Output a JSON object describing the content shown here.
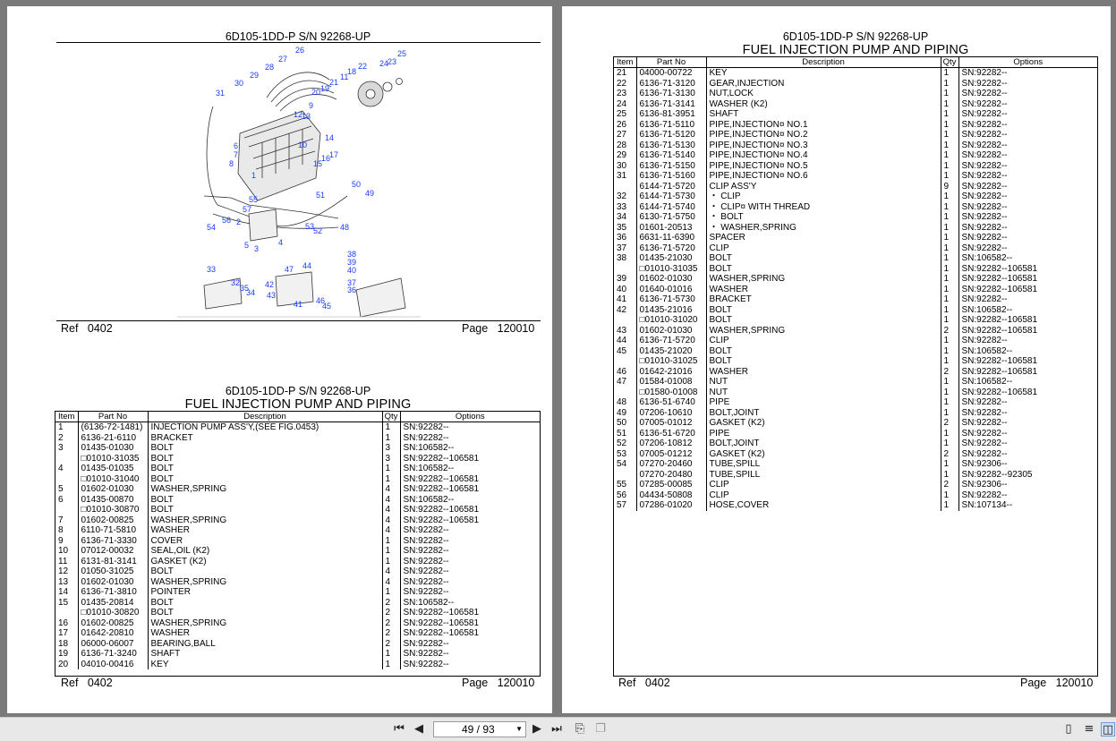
{
  "left_page": {
    "diagram_header": "6D105-1DD-P S/N 92268-UP",
    "diagram_ref_label": "Ref",
    "diagram_ref_value": "0402",
    "diagram_page_label": "Page",
    "diagram_page_value": "120010",
    "table_header": "6D105-1DD-P S/N 92268-UP",
    "table_subtitle": "FUEL INJECTION PUMP AND PIPING",
    "columns": [
      "Item",
      "Part No",
      "Description",
      "Qty",
      "Options"
    ],
    "rows": [
      [
        "1",
        "(6136-72-1481)",
        "INJECTION PUMP ASS'Y,(SEE FIG.0453)",
        "1",
        "SN:92282--"
      ],
      [
        "2",
        "6136-21-6110",
        "BRACKET",
        "1",
        "SN:92282--"
      ],
      [
        "3",
        "01435-01030",
        "BOLT",
        "3",
        "SN:106582--"
      ],
      [
        "",
        "□01010-31035",
        "BOLT",
        "3",
        "SN:92282--106581"
      ],
      [
        "4",
        "01435-01035",
        "BOLT",
        "1",
        "SN:106582--"
      ],
      [
        "",
        "□01010-31040",
        "BOLT",
        "1",
        "SN:92282--106581"
      ],
      [
        "5",
        "01602-01030",
        "WASHER,SPRING",
        "4",
        "SN:92282--106581"
      ],
      [
        "6",
        "01435-00870",
        "BOLT",
        "4",
        "SN:106582--"
      ],
      [
        "",
        "□01010-30870",
        "BOLT",
        "4",
        "SN:92282--106581"
      ],
      [
        "7",
        "01602-00825",
        "WASHER,SPRING",
        "4",
        "SN:92282--106581"
      ],
      [
        "8",
        "6110-71-5810",
        "WASHER",
        "4",
        "SN:92282--"
      ],
      [
        "9",
        "6136-71-3330",
        "COVER",
        "1",
        "SN:92282--"
      ],
      [
        "10",
        "07012-00032",
        "SEAL,OIL (K2)",
        "1",
        "SN:92282--"
      ],
      [
        "11",
        "6131-81-3141",
        "GASKET (K2)",
        "1",
        "SN:92282--"
      ],
      [
        "12",
        "01050-31025",
        "BOLT",
        "4",
        "SN:92282--"
      ],
      [
        "13",
        "01602-01030",
        "WASHER,SPRING",
        "4",
        "SN:92282--"
      ],
      [
        "14",
        "6136-71-3810",
        "POINTER",
        "1",
        "SN:92282--"
      ],
      [
        "15",
        "01435-20814",
        "BOLT",
        "2",
        "SN:106582--"
      ],
      [
        "",
        "□01010-30820",
        "BOLT",
        "2",
        "SN:92282--106581"
      ],
      [
        "16",
        "01602-00825",
        "WASHER,SPRING",
        "2",
        "SN:92282--106581"
      ],
      [
        "17",
        "01642-20810",
        "WASHER",
        "2",
        "SN:92282--106581"
      ],
      [
        "18",
        "06000-06007",
        "BEARING,BALL",
        "2",
        "SN:92282--"
      ],
      [
        "19",
        "6136-71-3240",
        "SHAFT",
        "1",
        "SN:92282--"
      ],
      [
        "20",
        "04010-00416",
        "KEY",
        "1",
        "SN:92282--"
      ]
    ],
    "ref_label": "Ref",
    "ref_value": "0402",
    "page_label": "Page",
    "page_value": "120010"
  },
  "right_page": {
    "header": "6D105-1DD-P S/N 92268-UP",
    "subtitle": "FUEL INJECTION PUMP AND PIPING",
    "columns": [
      "Item",
      "Part No",
      "Description",
      "Qty",
      "Options"
    ],
    "rows": [
      [
        "21",
        "04000-00722",
        "KEY",
        "1",
        "SN:92282--"
      ],
      [
        "22",
        "6136-71-3120",
        "GEAR,INJECTION",
        "1",
        "SN:92282--"
      ],
      [
        "23",
        "6136-71-3130",
        "NUT,LOCK",
        "1",
        "SN:92282--"
      ],
      [
        "24",
        "6136-71-3141",
        "WASHER (K2)",
        "1",
        "SN:92282--"
      ],
      [
        "25",
        "6136-81-3951",
        "SHAFT",
        "1",
        "SN:92282--"
      ],
      [
        "26",
        "6136-71-5110",
        "PIPE,INJECTION¤ NO.1",
        "1",
        "SN:92282--"
      ],
      [
        "27",
        "6136-71-5120",
        "PIPE,INJECTION¤ NO.2",
        "1",
        "SN:92282--"
      ],
      [
        "28",
        "6136-71-5130",
        "PIPE,INJECTION¤ NO.3",
        "1",
        "SN:92282--"
      ],
      [
        "29",
        "6136-71-5140",
        "PIPE,INJECTION¤ NO.4",
        "1",
        "SN:92282--"
      ],
      [
        "30",
        "6136-71-5150",
        "PIPE,INJECTION¤ NO.5",
        "1",
        "SN:92282--"
      ],
      [
        "31",
        "6136-71-5160",
        "PIPE,INJECTION¤ NO.6",
        "1",
        "SN:92282--"
      ],
      [
        "",
        "6144-71-5720",
        "CLIP ASS'Y",
        "9",
        "SN:92282--"
      ],
      [
        "32",
        "6144-71-5730",
        "・ CLIP",
        "1",
        "SN:92282--"
      ],
      [
        "33",
        "6144-71-5740",
        "・ CLIP¤ WITH THREAD",
        "1",
        "SN:92282--"
      ],
      [
        "34",
        "6130-71-5750",
        "・ BOLT",
        "1",
        "SN:92282--"
      ],
      [
        "35",
        "01601-20513",
        "・ WASHER,SPRING",
        "1",
        "SN:92282--"
      ],
      [
        "36",
        "6631-11-6390",
        "SPACER",
        "1",
        "SN:92282--"
      ],
      [
        "37",
        "6136-71-5720",
        "CLIP",
        "1",
        "SN:92282--"
      ],
      [
        "38",
        "01435-21030",
        "BOLT",
        "1",
        "SN:106582--"
      ],
      [
        "",
        "□01010-31035",
        "BOLT",
        "1",
        "SN:92282--106581"
      ],
      [
        "39",
        "01602-01030",
        "WASHER,SPRING",
        "1",
        "SN:92282--106581"
      ],
      [
        "40",
        "01640-01016",
        "WASHER",
        "1",
        "SN:92282--106581"
      ],
      [
        "41",
        "6136-71-5730",
        "BRACKET",
        "1",
        "SN:92282--"
      ],
      [
        "42",
        "01435-21016",
        "BOLT",
        "1",
        "SN:106582--"
      ],
      [
        "",
        "□01010-31020",
        "BOLT",
        "1",
        "SN:92282--106581"
      ],
      [
        "43",
        "01602-01030",
        "WASHER,SPRING",
        "2",
        "SN:92282--106581"
      ],
      [
        "44",
        "6136-71-5720",
        "CLIP",
        "1",
        "SN:92282--"
      ],
      [
        "45",
        "01435-21020",
        "BOLT",
        "1",
        "SN:106582--"
      ],
      [
        "",
        "□01010-31025",
        "BOLT",
        "1",
        "SN:92282--106581"
      ],
      [
        "46",
        "01642-21016",
        "WASHER",
        "2",
        "SN:92282--106581"
      ],
      [
        "47",
        "01584-01008",
        "NUT",
        "1",
        "SN:106582--"
      ],
      [
        "",
        "□01580-01008",
        "NUT",
        "1",
        "SN:92282--106581"
      ],
      [
        "48",
        "6136-51-6740",
        "PIPE",
        "1",
        "SN:92282--"
      ],
      [
        "49",
        "07206-10610",
        "BOLT,JOINT",
        "1",
        "SN:92282--"
      ],
      [
        "50",
        "07005-01012",
        "GASKET (K2)",
        "2",
        "SN:92282--"
      ],
      [
        "51",
        "6136-51-6720",
        "PIPE",
        "1",
        "SN:92282--"
      ],
      [
        "52",
        "07206-10812",
        "BOLT,JOINT",
        "1",
        "SN:92282--"
      ],
      [
        "53",
        "07005-01212",
        "GASKET (K2)",
        "2",
        "SN:92282--"
      ],
      [
        "54",
        "07270-20460",
        "TUBE,SPILL",
        "1",
        "SN:92306--"
      ],
      [
        "",
        "07270-20480",
        "TUBE,SPILL",
        "1",
        "SN:92282--92305"
      ],
      [
        "55",
        "07285-00085",
        "CLIP",
        "2",
        "SN:92306--"
      ],
      [
        "56",
        "04434-50808",
        "CLIP",
        "1",
        "SN:92282--"
      ],
      [
        "57",
        "07286-01020",
        "HOSE,COVER",
        "1",
        "SN:107134--"
      ]
    ],
    "ref_label": "Ref",
    "ref_value": "0402",
    "page_label": "Page",
    "page_value": "120010"
  },
  "toolbar": {
    "page_indicator": "49 / 93",
    "icons": [
      "first-page-icon",
      "prev-page-icon",
      "next-page-icon",
      "last-page-icon",
      "export-icon",
      "copy-icon",
      "single-page-view-icon",
      "continuous-view-icon",
      "two-page-view-icon"
    ]
  },
  "diagram_callouts": [
    "1",
    "2",
    "3",
    "4",
    "5",
    "6",
    "7",
    "8",
    "9",
    "10",
    "11",
    "12",
    "13",
    "14",
    "15",
    "16",
    "17",
    "18",
    "19",
    "20",
    "21",
    "22",
    "23",
    "24",
    "25",
    "26",
    "27",
    "28",
    "29",
    "30",
    "31",
    "32",
    "33",
    "34",
    "35",
    "36",
    "37",
    "38",
    "39",
    "40",
    "41",
    "42",
    "43",
    "44",
    "45",
    "46",
    "47",
    "48",
    "49",
    "50",
    "51",
    "52",
    "53",
    "54",
    "55",
    "56",
    "57"
  ]
}
